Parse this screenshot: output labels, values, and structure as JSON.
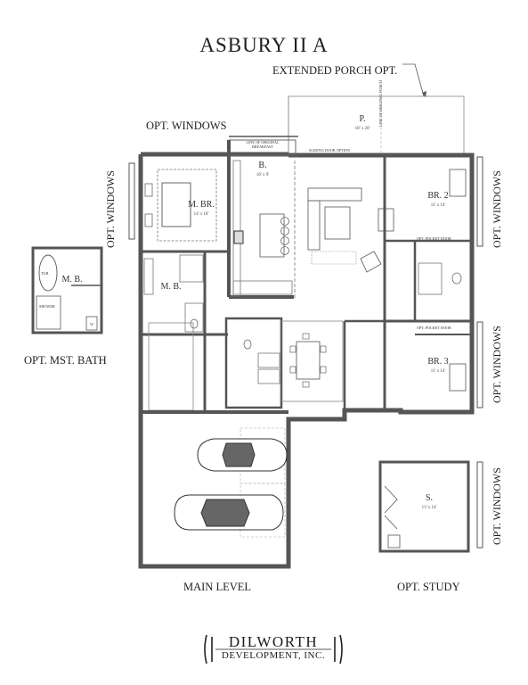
{
  "title": "ASBURY II A",
  "labels": {
    "extended_porch": "EXTENDED PORCH OPT.",
    "opt_windows": "OPT. WINDOWS",
    "opt_mst_bath": "OPT. MST. BATH",
    "main_level": "MAIN LEVEL",
    "opt_study": "OPT. STUDY",
    "sliding_door": "SLIDING DOOR OPTION",
    "line_original_breakfast": "LINE OF ORIGINAL BREAKFAST",
    "line_original_porch": "LINE OF ORIGINAL PORCH",
    "opt_pocket_door": "OPT. POCKET DOOR"
  },
  "rooms": {
    "porch": {
      "name": "P.",
      "dim": "18' x 20'"
    },
    "breakfast": {
      "name": "B.",
      "dim": "16' x 9'"
    },
    "master_br": {
      "name": "M. BR.",
      "dim": "14' x 18'"
    },
    "master_bath": {
      "name": "M. B."
    },
    "opt_master_bath": {
      "name": "M. B."
    },
    "br2": {
      "name": "BR. 2",
      "dim": "11' x 14'"
    },
    "br3": {
      "name": "BR. 3",
      "dim": "11' x 14'"
    },
    "study": {
      "name": "S.",
      "dim": "13' x 14'"
    },
    "tub": "TUB",
    "shower": "SHOWER",
    "wc": "W"
  },
  "logo": {
    "name": "DILWORTH",
    "sub": "DEVELOPMENT, INC."
  }
}
